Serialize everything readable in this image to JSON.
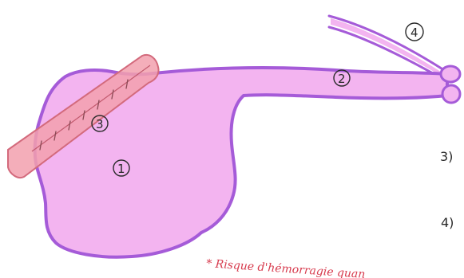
{
  "colors": {
    "organ_fill": "#f3b4f0",
    "organ_stroke": "#a55bd8",
    "band_fill": "#f2a0ae",
    "band_stroke": "#d36a7c",
    "note_color": "#d73a4d"
  },
  "markers": {
    "body": "1",
    "duct": "2",
    "band": "3",
    "vessel": "4"
  },
  "side_items": {
    "item3": "3)",
    "item4": "4)"
  },
  "note": {
    "text": "* Risque d'hémorragie quan"
  }
}
